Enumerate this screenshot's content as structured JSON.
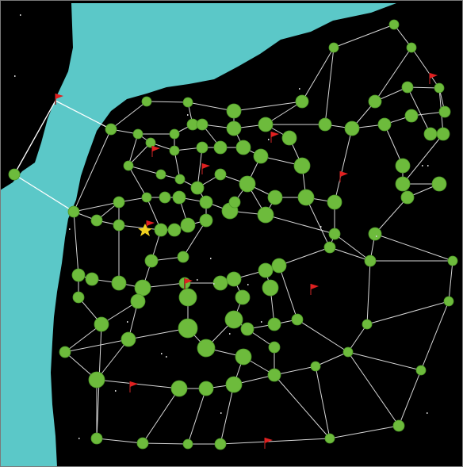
{
  "game": {
    "view": "territory-network-map",
    "colors": {
      "background": "#000000",
      "water": "#5BC8C8",
      "node": "#6DBB3C",
      "node_stroke": "#4E9A28",
      "edge": "#D8D8D8",
      "bridge": "#FFFFFF",
      "flag": "#E02020",
      "flag_pole": "#8B1A1A",
      "selected_flag": "#F0D020",
      "frame_border": "#7A7A7A"
    },
    "icons": {
      "node": "circle-node-icon",
      "flag": "flag-icon",
      "selected": "star-flag-icon"
    },
    "counts": {
      "nodes_visible": 130,
      "flags_visible": 11
    }
  }
}
